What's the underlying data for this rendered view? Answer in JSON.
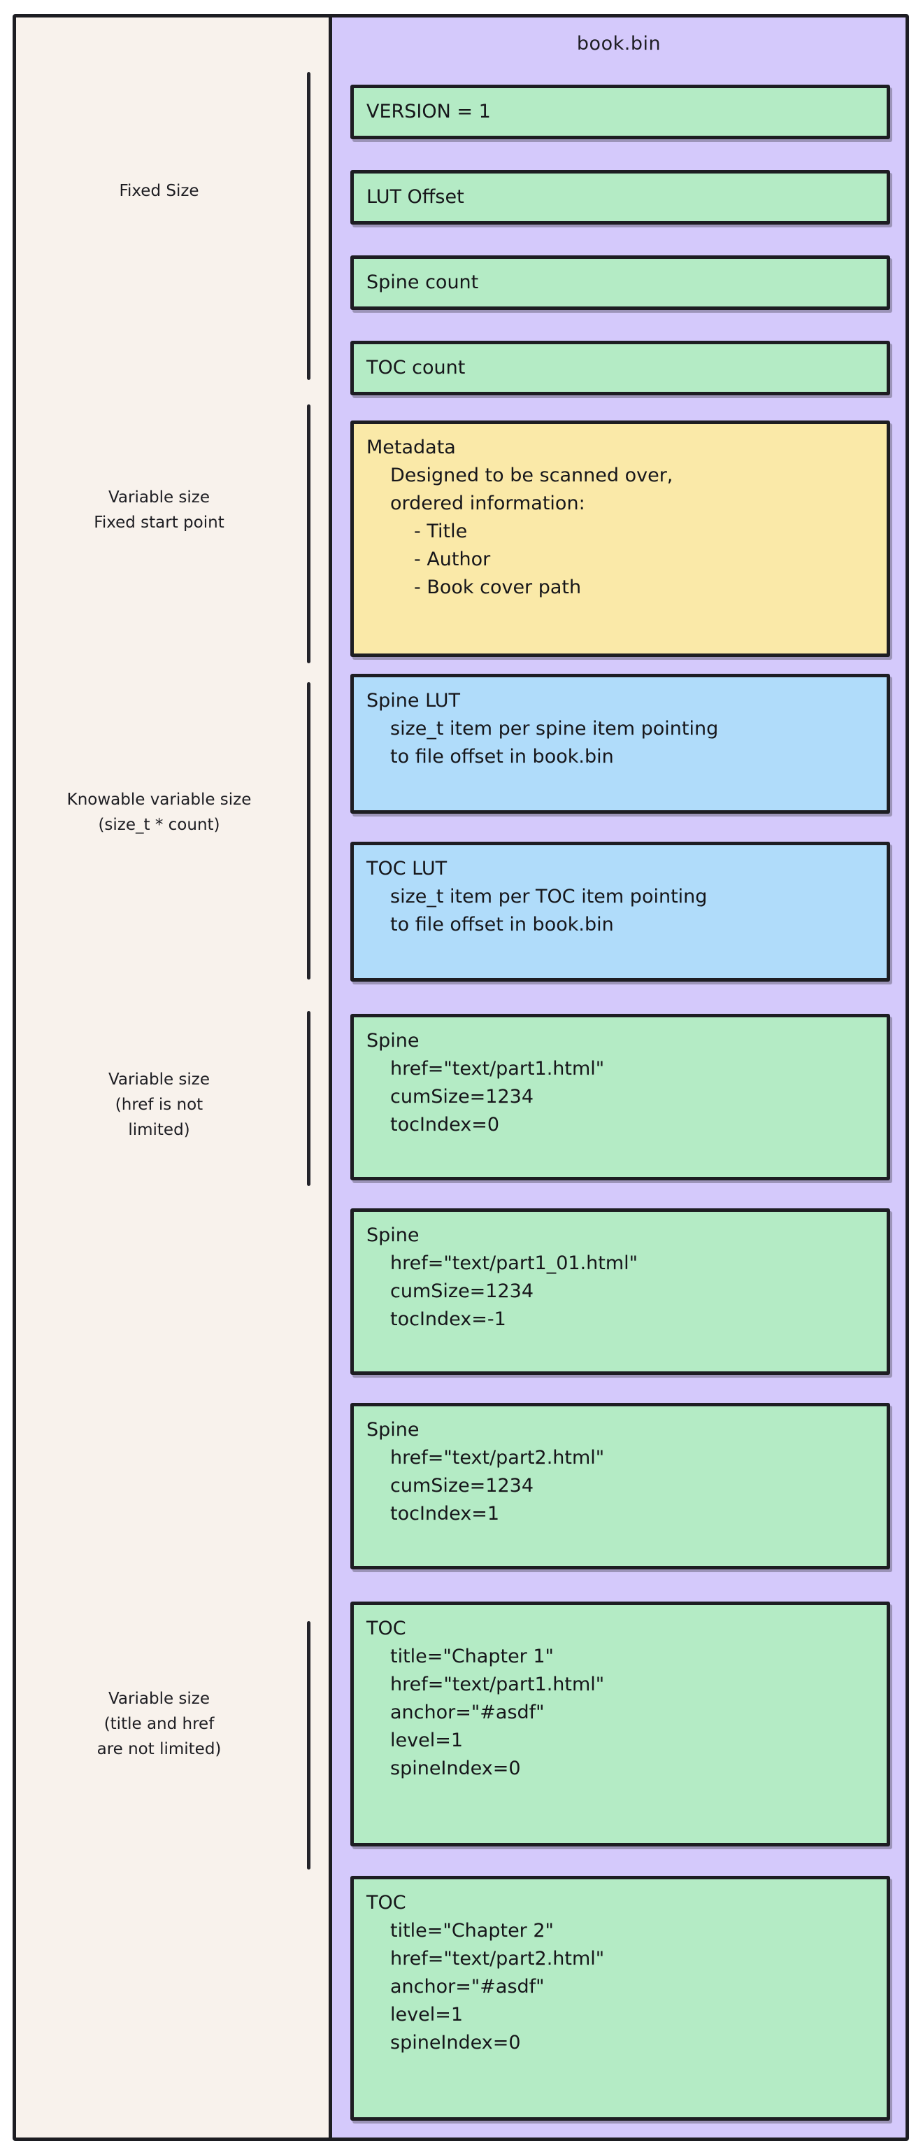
{
  "diagram": {
    "file_title": "book.bin",
    "colors": {
      "canvas": "#ffffff",
      "frame_stroke": "#1d1d22",
      "left_panel_bg": "#f8f2ec",
      "file_panel_bg": "#d4c9fb",
      "block_green": "#b4ebc5",
      "block_yellow": "#fae9a8",
      "block_blue": "#b0dcfa"
    },
    "left_labels": [
      {
        "id": "fixed-size",
        "text": "Fixed Size"
      },
      {
        "id": "variable-fixed-start",
        "text": "Variable size\nFixed start point"
      },
      {
        "id": "knowable-variable",
        "text": "Knowable variable size\n(size_t * count)"
      },
      {
        "id": "variable-href",
        "text": "Variable size\n(href is not\nlimited)"
      },
      {
        "id": "variable-title-href",
        "text": "Variable size\n(title and href\nare not limited)"
      }
    ],
    "blocks": [
      {
        "id": "version",
        "color": "green",
        "head": "VERSION = 1",
        "lines": []
      },
      {
        "id": "lut-offset",
        "color": "green",
        "head": "LUT Offset",
        "lines": []
      },
      {
        "id": "spine-count",
        "color": "green",
        "head": "Spine count",
        "lines": []
      },
      {
        "id": "toc-count",
        "color": "green",
        "head": "TOC count",
        "lines": []
      },
      {
        "id": "metadata",
        "color": "yellow",
        "head": "Metadata",
        "lines": [
          "Designed to be scanned over,",
          "ordered information:"
        ],
        "bullets": [
          "- Title",
          "- Author",
          "- Book cover path"
        ]
      },
      {
        "id": "spine-lut",
        "color": "blue",
        "head": "Spine LUT",
        "lines": [
          "size_t item per spine item pointing",
          "to file offset in book.bin"
        ]
      },
      {
        "id": "toc-lut",
        "color": "blue",
        "head": "TOC LUT",
        "lines": [
          "size_t item per TOC item pointing",
          "to file offset in book.bin"
        ]
      },
      {
        "id": "spine-1",
        "color": "green",
        "head": "Spine",
        "lines": [
          "href=\"text/part1.html\"",
          "cumSize=1234",
          "tocIndex=0"
        ]
      },
      {
        "id": "spine-2",
        "color": "green",
        "head": "Spine",
        "lines": [
          "href=\"text/part1_01.html\"",
          "cumSize=1234",
          "tocIndex=-1"
        ]
      },
      {
        "id": "spine-3",
        "color": "green",
        "head": "Spine",
        "lines": [
          "href=\"text/part2.html\"",
          "cumSize=1234",
          "tocIndex=1"
        ]
      },
      {
        "id": "toc-1",
        "color": "green",
        "head": "TOC",
        "lines": [
          "title=\"Chapter 1\"",
          "href=\"text/part1.html\"",
          "anchor=\"#asdf\"",
          "level=1",
          "spineIndex=0"
        ]
      },
      {
        "id": "toc-2",
        "color": "green",
        "head": "TOC",
        "lines": [
          "title=\"Chapter 2\"",
          "href=\"text/part2.html\"",
          "anchor=\"#asdf\"",
          "level=1",
          "spineIndex=0"
        ]
      }
    ]
  }
}
